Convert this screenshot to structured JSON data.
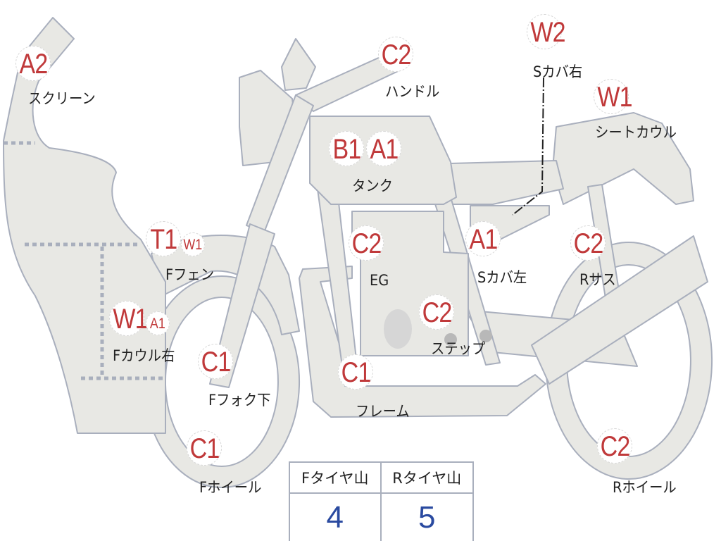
{
  "colors": {
    "grade": "#c0393a",
    "tire": "#2a4aa0",
    "part_fill": "#e8e8e4",
    "part_stroke": "#a9afbd"
  },
  "parts": {
    "screen": {
      "label": "スクリーン",
      "grades": [
        "A2"
      ]
    },
    "handle": {
      "label": "ハンドル",
      "grades": [
        "C2"
      ]
    },
    "s_cover_r": {
      "label": "Sカバ右",
      "grades": [
        "W2"
      ]
    },
    "seat_cowl": {
      "label": "シートカウル",
      "grades": [
        "W1"
      ]
    },
    "tank": {
      "label": "タンク",
      "grades": [
        "B1",
        "A1"
      ]
    },
    "f_fender": {
      "label": "Fフェン",
      "grades": [
        "T1",
        "W1"
      ]
    },
    "eg": {
      "label": "EG",
      "grades": [
        "C2"
      ]
    },
    "s_cover_l": {
      "label": "Sカバ左",
      "grades": [
        "A1"
      ]
    },
    "r_sus": {
      "label": "Rサス",
      "grades": [
        "C2"
      ]
    },
    "f_cowl_r": {
      "label": "Fカウル右",
      "grades": [
        "W1",
        "A1"
      ]
    },
    "step": {
      "label": "ステップ",
      "grades": [
        "C2"
      ]
    },
    "f_fork_lower": {
      "label": "Fフォク下",
      "grades": [
        "C1"
      ]
    },
    "frame": {
      "label": "フレーム",
      "grades": [
        "C1"
      ]
    },
    "f_wheel": {
      "label": "Fホイール",
      "grades": [
        "C1"
      ]
    },
    "r_wheel": {
      "label": "Rホイール",
      "grades": [
        "C2"
      ]
    }
  },
  "tire_table": {
    "headers": [
      "Fタイヤ山",
      "Rタイヤ山"
    ],
    "values": [
      "4",
      "5"
    ]
  }
}
